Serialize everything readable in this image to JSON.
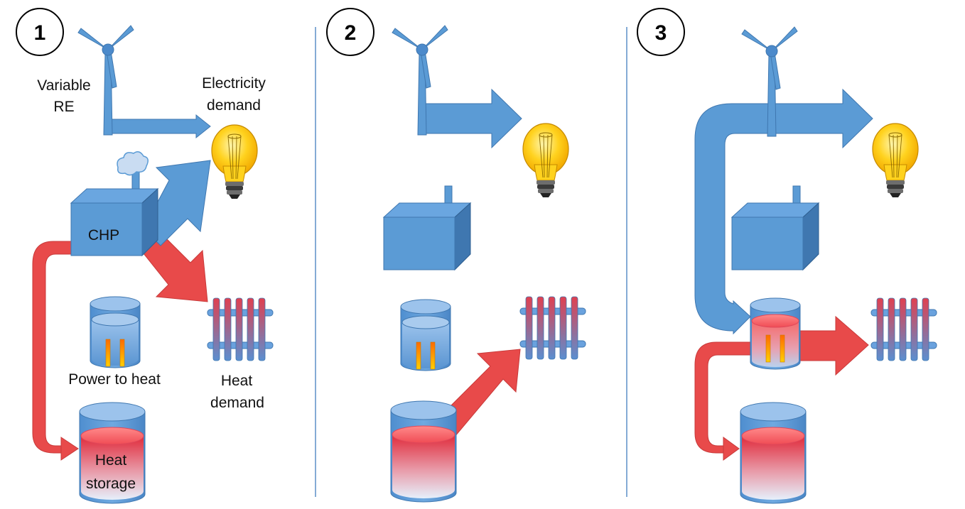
{
  "panels": [
    {
      "number": "1"
    },
    {
      "number": "2"
    },
    {
      "number": "3"
    }
  ],
  "labels": {
    "variable_re_line1": "Variable",
    "variable_re_line2": "RE",
    "electricity_line1": "Electricity",
    "electricity_line2": "demand",
    "chp": "CHP",
    "power_to_heat": "Power to heat",
    "heat_demand_line1": "Heat",
    "heat_demand_line2": "demand",
    "heat_storage_line1": "Heat",
    "heat_storage_line2": "storage"
  },
  "colors": {
    "electricity_blue": "#5b9bd5",
    "heat_red": "#e84a4a",
    "bulb_yellow": "#ffd21e",
    "divider": "#5b8fc7"
  },
  "icons": [
    "wind-turbine-icon",
    "light-bulb-icon",
    "chp-plant-icon",
    "power-to-heat-tank-icon",
    "radiator-icon",
    "heat-storage-tank-icon",
    "smoke-cloud-icon"
  ]
}
